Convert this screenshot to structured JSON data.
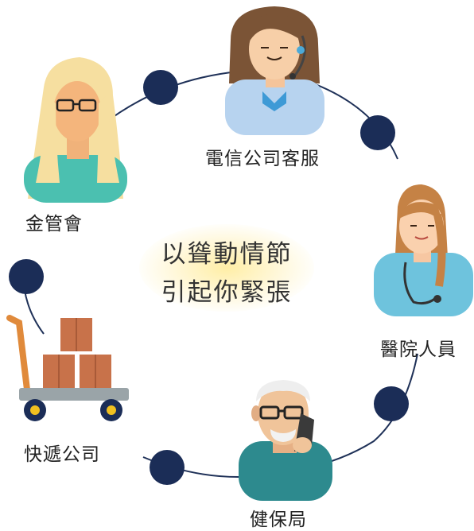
{
  "diagram": {
    "center_lines": [
      "以聳動情節",
      "引起你緊張"
    ],
    "roles": {
      "telecom": "電信公司客服",
      "fsc": "金管會",
      "hospital": "醫院人員",
      "courier": "快遞公司",
      "nhi": "健保局"
    },
    "colors": {
      "ring": "#1f3158",
      "dot": "#1b2d57",
      "glow": "#fff0b0"
    }
  }
}
